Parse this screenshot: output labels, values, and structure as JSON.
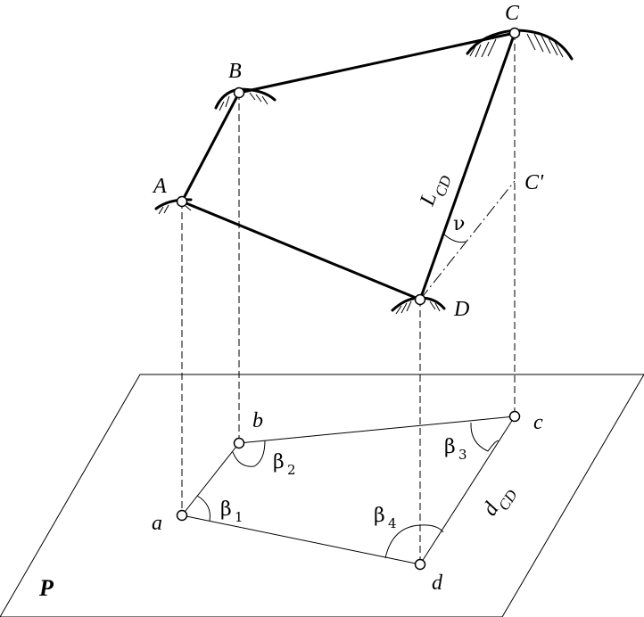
{
  "labels": {
    "A": "A",
    "B": "B",
    "C": "C",
    "C_prime": "C'",
    "D": "D",
    "a": "a",
    "b": "b",
    "c": "c",
    "d": "d",
    "plane": "P",
    "L_main": "L",
    "L_sub": "CD",
    "nu": "ν",
    "beta": "β",
    "beta1_sub": "1",
    "beta2_sub": "2",
    "beta3_sub": "3",
    "beta4_sub": "4",
    "d_main": "d",
    "d_sub": "CD"
  }
}
